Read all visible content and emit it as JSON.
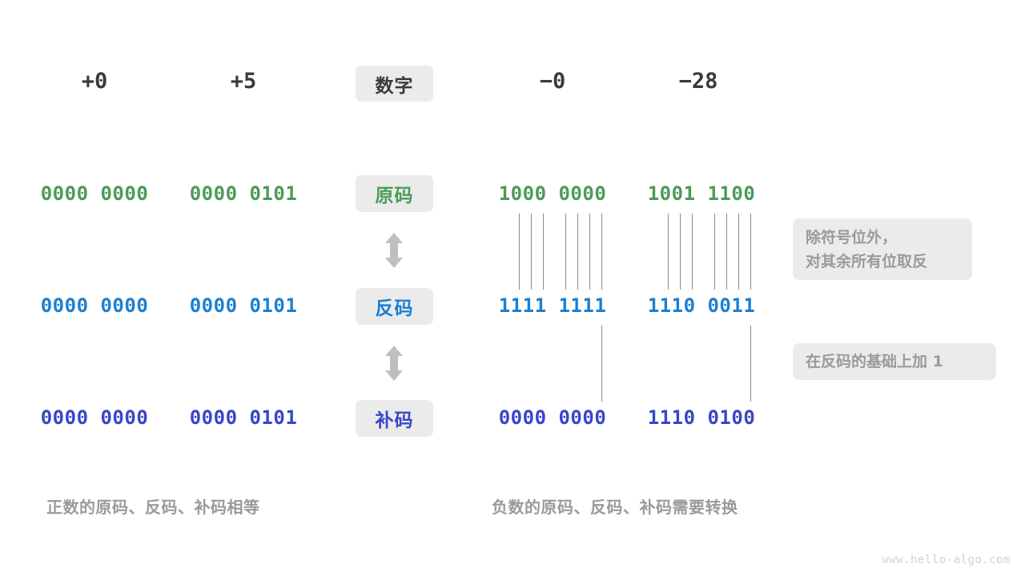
{
  "meta": {
    "watermark": "www.hello-algo.com",
    "colors": {
      "green": "#4c9a58",
      "blue": "#1b7fd0",
      "indigo": "#3846c8",
      "dark": "#3a3a3a",
      "gray_text": "#9a9a9a",
      "chip_bg": "#ebebeb",
      "line": "#8d8d8d"
    }
  },
  "row_labels": {
    "number": "数字",
    "sign_magnitude": "原码",
    "ones_complement": "反码",
    "twos_complement": "补码"
  },
  "columns": [
    {
      "key": "plus_zero",
      "header": "+0"
    },
    {
      "key": "plus_five",
      "header": "+5"
    },
    {
      "key": "minus_zero",
      "header": "−0"
    },
    {
      "key": "minus_28",
      "header": "−28"
    }
  ],
  "rows": {
    "sign_magnitude": {
      "plus_zero": "0000 0000",
      "plus_five": "0000 0101",
      "minus_zero": "1000 0000",
      "minus_28": "1001 1100"
    },
    "ones_complement": {
      "plus_zero": "0000 0000",
      "plus_five": "0000 0101",
      "minus_zero": "1111 1111",
      "minus_28": "1110 0011"
    },
    "twos_complement": {
      "plus_zero": "0000 0000",
      "plus_five": "0000 0101",
      "minus_zero": "0000 0000",
      "minus_28": "1110 0100"
    }
  },
  "notes": {
    "invert": "除符号位外，\n对其余所有位取反",
    "add_one": "在反码的基础上加 1"
  },
  "captions": {
    "positive": "正数的原码、反码、补码相等",
    "negative": "负数的原码、反码、补码需要转换"
  },
  "icons": {
    "arrow_1": "double-headed-vertical-arrow",
    "arrow_2": "double-headed-vertical-arrow"
  }
}
